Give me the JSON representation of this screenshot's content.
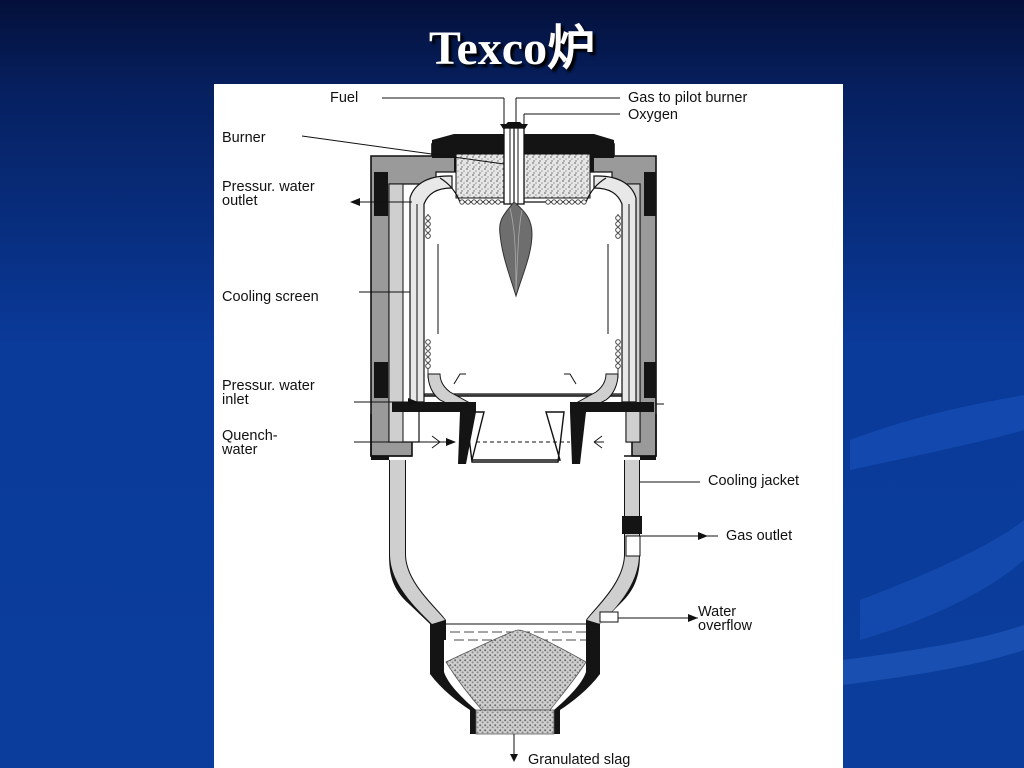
{
  "slide": {
    "title": "Texco炉"
  },
  "theme": {
    "background": "#0a3a9a",
    "panel": "#ffffff",
    "ink": "#111111",
    "wall_gray": "#b8b8b8"
  },
  "diagram": {
    "labels": {
      "fuel": "Fuel",
      "gas_to_pilot_burner": "Gas to pilot burner",
      "oxygen": "Oxygen",
      "burner": "Burner",
      "pressur_water_outlet_1": "Pressur. water",
      "pressur_water_outlet_2": "outlet",
      "cooling_screen": "Cooling screen",
      "pressur_water_inlet_1": "Pressur. water",
      "pressur_water_inlet_2": "inlet",
      "quench_water_1": "Quench-",
      "quench_water_2": "water",
      "cooling_jacket": "Cooling jacket",
      "gas_outlet": "Gas outlet",
      "water_overflow_1": "Water",
      "water_overflow_2": "overflow",
      "granulated_slag": "Granulated slag"
    }
  }
}
